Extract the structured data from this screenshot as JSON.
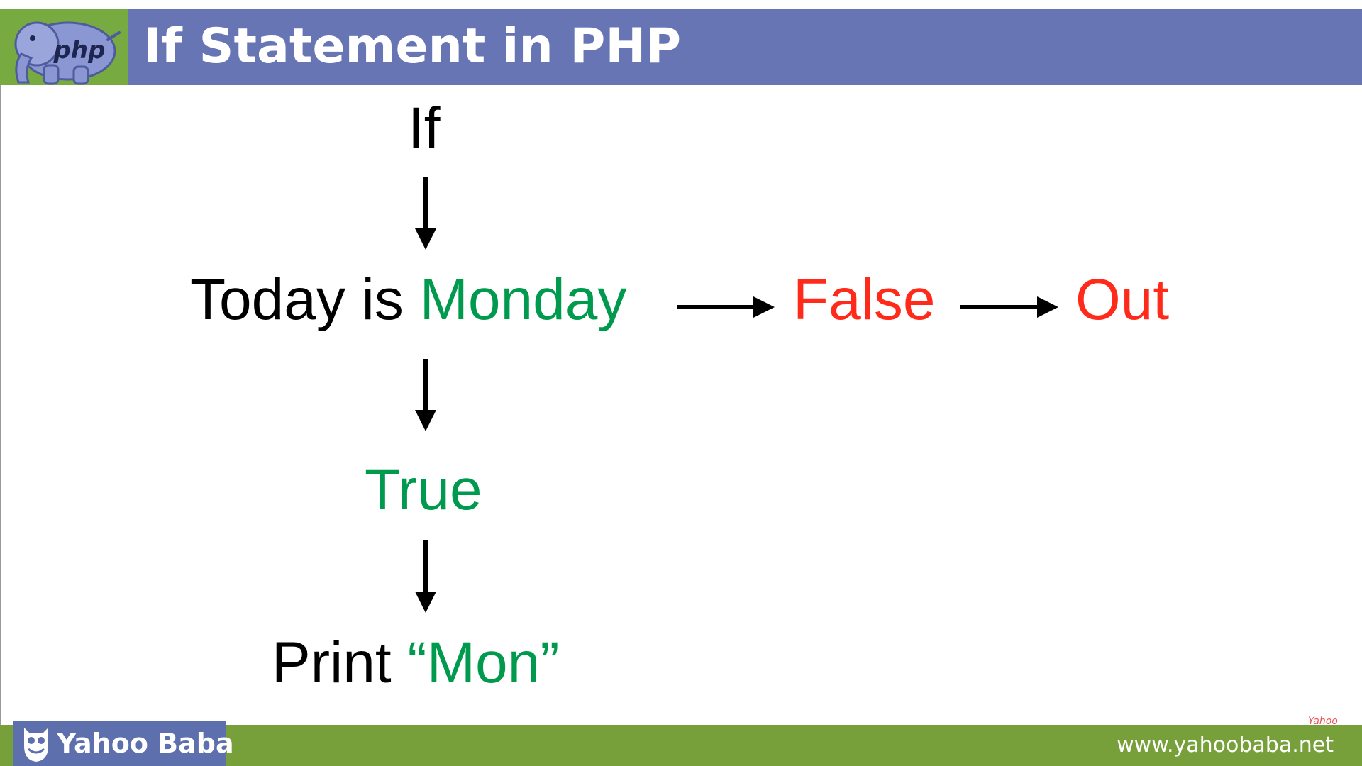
{
  "header": {
    "title": "If Statement in PHP",
    "logo_text": "php",
    "accent_color": "#6775B4",
    "logo_bg_color": "#77AA41"
  },
  "diagram": {
    "nodes": {
      "if_label": "If",
      "condition_prefix": "Today is",
      "condition_value": "Monday",
      "false_label": "False",
      "out_label": "Out",
      "true_label": "True",
      "print_prefix": "Print",
      "print_value": "“Mon”"
    },
    "colors": {
      "text": "#000000",
      "true": "#009A4E",
      "false": "#FF2A1A",
      "arrow": "#000000"
    },
    "edges": [
      {
        "from": "If",
        "to": "Today is Monday"
      },
      {
        "from": "Today is Monday",
        "to": "False"
      },
      {
        "from": "False",
        "to": "Out"
      },
      {
        "from": "Today is Monday",
        "to": "True"
      },
      {
        "from": "True",
        "to": "Print “Mon”"
      }
    ]
  },
  "footer": {
    "brand": "Yahoo Baba",
    "url": "www.yahoobaba.net",
    "watermark": "Yahoo",
    "band_color": "#77A03A",
    "brand_color": "#5E6FAD"
  }
}
